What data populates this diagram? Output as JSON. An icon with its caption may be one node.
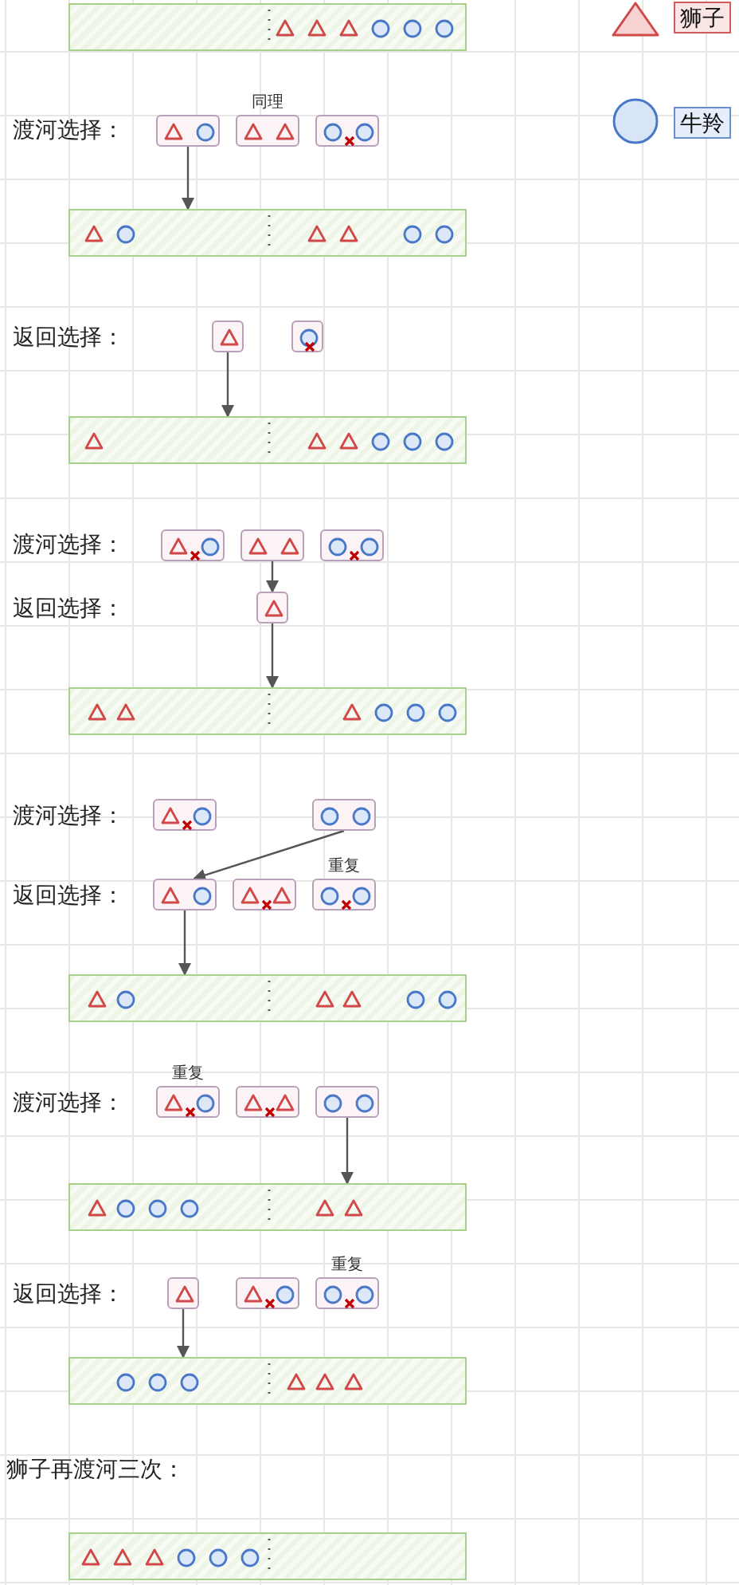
{
  "diagram": {
    "nodes": [
      {
        "text": [],
        "shape": "bar"
      },
      {
        "text": [],
        "shape": "box"
      },
      {
        "text": [],
        "shape": "box",
        "beside": [
          "同理"
        ]
      },
      {
        "text": [],
        "shape": "box"
      },
      {
        "text": [],
        "shape": "bar"
      },
      {
        "text": [],
        "shape": "box"
      },
      {
        "text": [],
        "shape": "box"
      },
      {
        "text": [],
        "shape": "bar"
      },
      {
        "text": [],
        "shape": "box"
      },
      {
        "text": [],
        "shape": "box"
      },
      {
        "text": [],
        "shape": "box"
      },
      {
        "text": [],
        "shape": "box"
      },
      {
        "text": [],
        "shape": "bar"
      },
      {
        "text": [],
        "shape": "box"
      },
      {
        "text": [],
        "shape": "box"
      },
      {
        "text": [],
        "shape": "box"
      },
      {
        "text": [],
        "shape": "box"
      },
      {
        "text": [],
        "shape": "box",
        "beside": [
          "重复"
        ]
      },
      {
        "text": [],
        "shape": "bar"
      },
      {
        "text": [],
        "shape": "box",
        "beside": [
          "重复"
        ]
      },
      {
        "text": [],
        "shape": "box"
      },
      {
        "text": [],
        "shape": "box"
      },
      {
        "text": [],
        "shape": "bar"
      },
      {
        "text": [],
        "shape": "box"
      },
      {
        "text": [],
        "shape": "box"
      },
      {
        "text": [],
        "shape": "box",
        "beside": [
          "重复"
        ]
      },
      {
        "text": [],
        "shape": "bar"
      },
      {
        "text": [],
        "shape": "bar"
      }
    ],
    "edges": [
      {
        "from": 1,
        "to": 4,
        "arrow": "to"
      },
      {
        "from": 5,
        "to": 7,
        "arrow": "to"
      },
      {
        "from": 9,
        "to": 11,
        "arrow": "to"
      },
      {
        "from": 11,
        "to": 12,
        "arrow": "to"
      },
      {
        "from": 14,
        "to": 15,
        "arrow": "to"
      },
      {
        "from": 15,
        "to": 18,
        "arrow": "to"
      },
      {
        "from": 21,
        "to": 22,
        "arrow": "to"
      },
      {
        "from": 23,
        "to": 26,
        "arrow": "to"
      }
    ],
    "labels": [
      "渡河选择：",
      "返回选择：",
      "渡河选择：",
      "返回选择：",
      "渡河选择：",
      "返回选择：",
      "渡河选择：",
      "返回选择：",
      "狮子再渡河三次："
    ],
    "legend": [
      {
        "text": "狮子"
      },
      {
        "text": "牛羚"
      }
    ]
  }
}
